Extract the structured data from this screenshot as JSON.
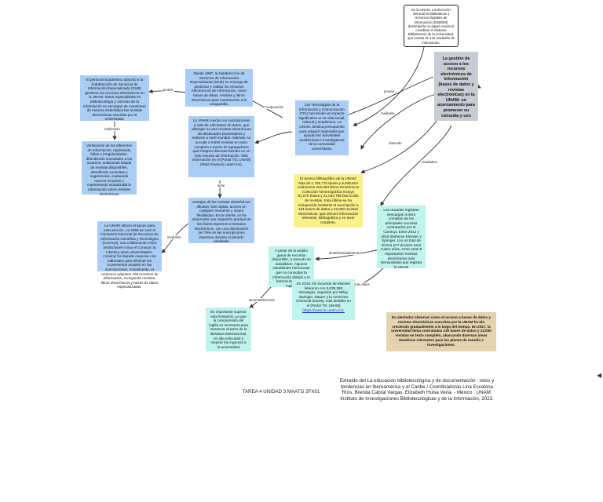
{
  "nodes": {
    "unam_dgbsdi": "En la UNAM, La Dirección General de Bibliotecas y Servicios Digitales de Información (DGBSDI) desempeña un papel crucial al coordinar el Sistema Bibliotecario de la universidad, que consta de 134 unidades de información.",
    "gestion": "La gestión de acceso a los recursos electrónicos de información (bases de datos y revistas electrónicas) en la UNAM: un acercamiento para promover su consulta y uso",
    "subdireccion": "Desde 1997, la Subdirección de Servicios de Información Especializada (SSIE) se encarga de gestionar y validar los recursos electrónicos de información, como bases de datos, revistas y libros electrónicos para mantenerlos a la vanguardia.",
    "personal": "El personal académico adscrito a la Subdirección de Servicios de Información Especializada (SSIE) gestiona los recursos electrónicos en la UNAM. Estos especialistas en bibliotecología y ciencias de la información se encargan de monitorear de manera sistemática las revistas electrónicas suscritas por la universidad.",
    "tic": "Las Tecnologías de la Información y Comunicación (TIC) han tenido un impacto significativo en la vida social, cultural y académica. La UNAM, destina presupuesto para adquirir materiales que apoyan las actividades académicas e investigativas de la comunidad universitaria.",
    "cuenta": "La UNAM cuenta con suscripciones a más de 130 bases de datos, que albergan 11,344 revistas electrónicas de destacados proveedores y editores a nivel mundial. Además, se accede a 6,500 revistas en texto completo a través de agregadores que integran diversas fuentes en un solo recurso de información. Más información en el [Portal TIC UNAM](https://www.tic.unam.mx).",
    "verificacion": "Verificación de los diferentes de información, reportando fallas e irregularidades, difundiendo novedades a los usuarios, analizando listado de revistas disponibles, atendiendo consultas y sugerencias, evaluando nuevos recursos y manteniendo actualizada la información sobre revistas electrónicas",
    "ventajas": "Ventajas de las revistas electrónicas: difusión más rápida, acceso en cualquier momento y mayor flexibilidad. En la UNAM, se ha observado una migración gradual de los títulos impresos a formatos electrónicos, con una disminución del 79% en las suscripciones impresas durante el periodo analizado",
    "acervo": "El acervo bibliográfico de la UNAM: Más de 1,708,776 títulos y 6,928,914 volúmenes 422,584 libros electrónicos Colección hemerográfica incluye 81,070 títulos y 21,044 796 fascículos de revistas. Esta última se ha enriquecido mediante la suscripción a 134 bases de datos y 22,000 revistas electrónicas, que ofrecen información relevante, bibliográfica y en texto completo.",
    "conricyt": "La UNAM obtuvo el apoyo para esta sección, en 2009 se creó el Consorcio Nacional de Recursos de Información Científica y Tecnológica (Conricyt), una colaboración entre instituciones como el Conacyt, la UNAM y otras universidades. Conricyt ha logrado negociar con editoriales para eliminar los incrementos anuales en las suscripciones. Actualmente, el consorcio adquiere 155 recursos de información, incluyendo revistas, libros electrónicos y bases de datos especializadas.",
    "usuarios": "Los usuarios registran descargas a texto completo de los principales recursos contratados por el Conricyt. Entre 2012 y 2019 destacan Elsevier y Springer, con un total de 30,511,227 durante esos cuatro años, entre otras 8 importantes revistas electrónicas más demandadas que registra la UNAM",
    "pesar": "A pesar de la amplia gama de recursos disponible, a menudo se subutilizan. Algunos estudiantes mencionan que no consultan la información debido a la barrera del idioma, inglés.",
    "elsevier": "En 2019, los recursos de Elsevier lideraron con 3,038,388 descargas, seguidos por Wiley, Springer, Nature y la American Chemical Society, más detalles en el [Portal TIC UNAM]",
    "elsevier_link": "(https://www.tic.unam.mx).",
    "superar": "Es importante superar esta limitación, ya que la comprensión del inglés es necesaria para mantener al tanto de la literatura internacional, en alta velocidad y mejorar los ingresos a la universidad",
    "alentador": "Es alentador observar cómo el acceso a bases de datos y revistas electrónicas suscritas por la UNAM ha ido creciendo gradualmente a lo largo del tiempo. En 2017, la universidad tenía contratadas 130 bases de datos y 22,000 revistas en texto completo, abarcando diversas áreas temáticas relevantes para los planes de estudio e investigaciones."
  },
  "edge_labels": {
    "gestion": "gestión",
    "cooperacion": "Cooperación",
    "realizando": "realizando",
    "tiene": "tiene",
    "mediante": "mediante",
    "provee": "provee",
    "mediante2": "mediante",
    "resultados": "resultados",
    "obtenido": "obtenido",
    "desafortunadamente": "desafortunadamente",
    "mas_datos": "más datos",
    "lamentablemente": "lamentablemente"
  },
  "footer": {
    "task": "TAREA 4 UNIDAD 3 MAATG 2FX01",
    "source": "Extraído del La educación bibliotecológica y de documentación : retos y tendencias en Iberoamérica y el Caribe / Coordinadoras Lina Escalona Ríos, Brenda Cabral Vargas, Elizabeth Huisa Veria. - México : UNAM. Instituto de Investigaciones Bibliotecológicas y de la Información, 2023."
  },
  "colors": {
    "blue": "#a9cdf5",
    "cyan": "#bff3ee",
    "yellow": "#fbf189",
    "gray": "#c9ccd3",
    "tan": "#e4d3ae"
  }
}
